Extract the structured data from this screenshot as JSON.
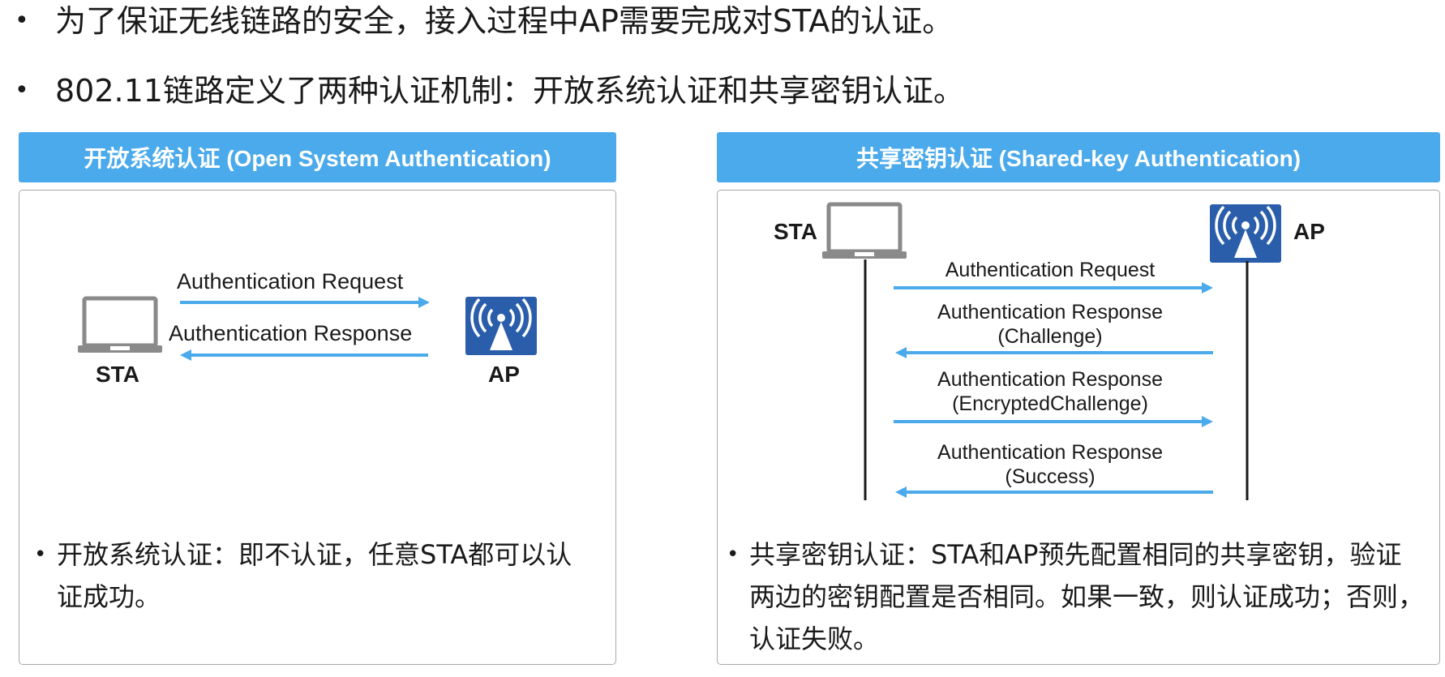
{
  "bullets": [
    "为了保证无线链路的安全，接入过程中AP需要完成对STA的认证。",
    "802.11链路定义了两种认证机制：开放系统认证和共享密钥认证。"
  ],
  "open_system": {
    "header": "开放系统认证 (Open System Authentication)",
    "sta_label": "STA",
    "ap_label": "AP",
    "request_label": "Authentication Request",
    "response_label": "Authentication Response",
    "note": "开放系统认证：即不认证，任意STA都可以认证成功。",
    "note_line1": "开放系统认证：即不认证，任意STA都可以认",
    "note_line2": "证成功。"
  },
  "shared_key": {
    "header": "共享密钥认证 (Shared-key Authentication)",
    "sta_label": "STA",
    "ap_label": "AP",
    "messages": [
      {
        "line1": "Authentication Request",
        "line2": ""
      },
      {
        "line1": "Authentication Response",
        "line2": "(Challenge)"
      },
      {
        "line1": "Authentication Response",
        "line2": "(EncryptedChallenge)"
      },
      {
        "line1": "Authentication Response",
        "line2": "(Success)"
      }
    ],
    "note_line1": "共享密钥认证：STA和AP预先配置相同的共享密钥，验证",
    "note_line2": "两边的密钥配置是否相同。如果一致，则认证成功；否则，",
    "note_line3": "认证失败。"
  },
  "icons": {
    "laptop": "laptop-icon",
    "access_point": "wireless-access-point-icon"
  },
  "colors": {
    "header_bg": "#4baaeb",
    "arrow": "#4baaeb",
    "ap_icon_bg": "#2a5eab",
    "laptop_gray": "#8a8a8a"
  }
}
